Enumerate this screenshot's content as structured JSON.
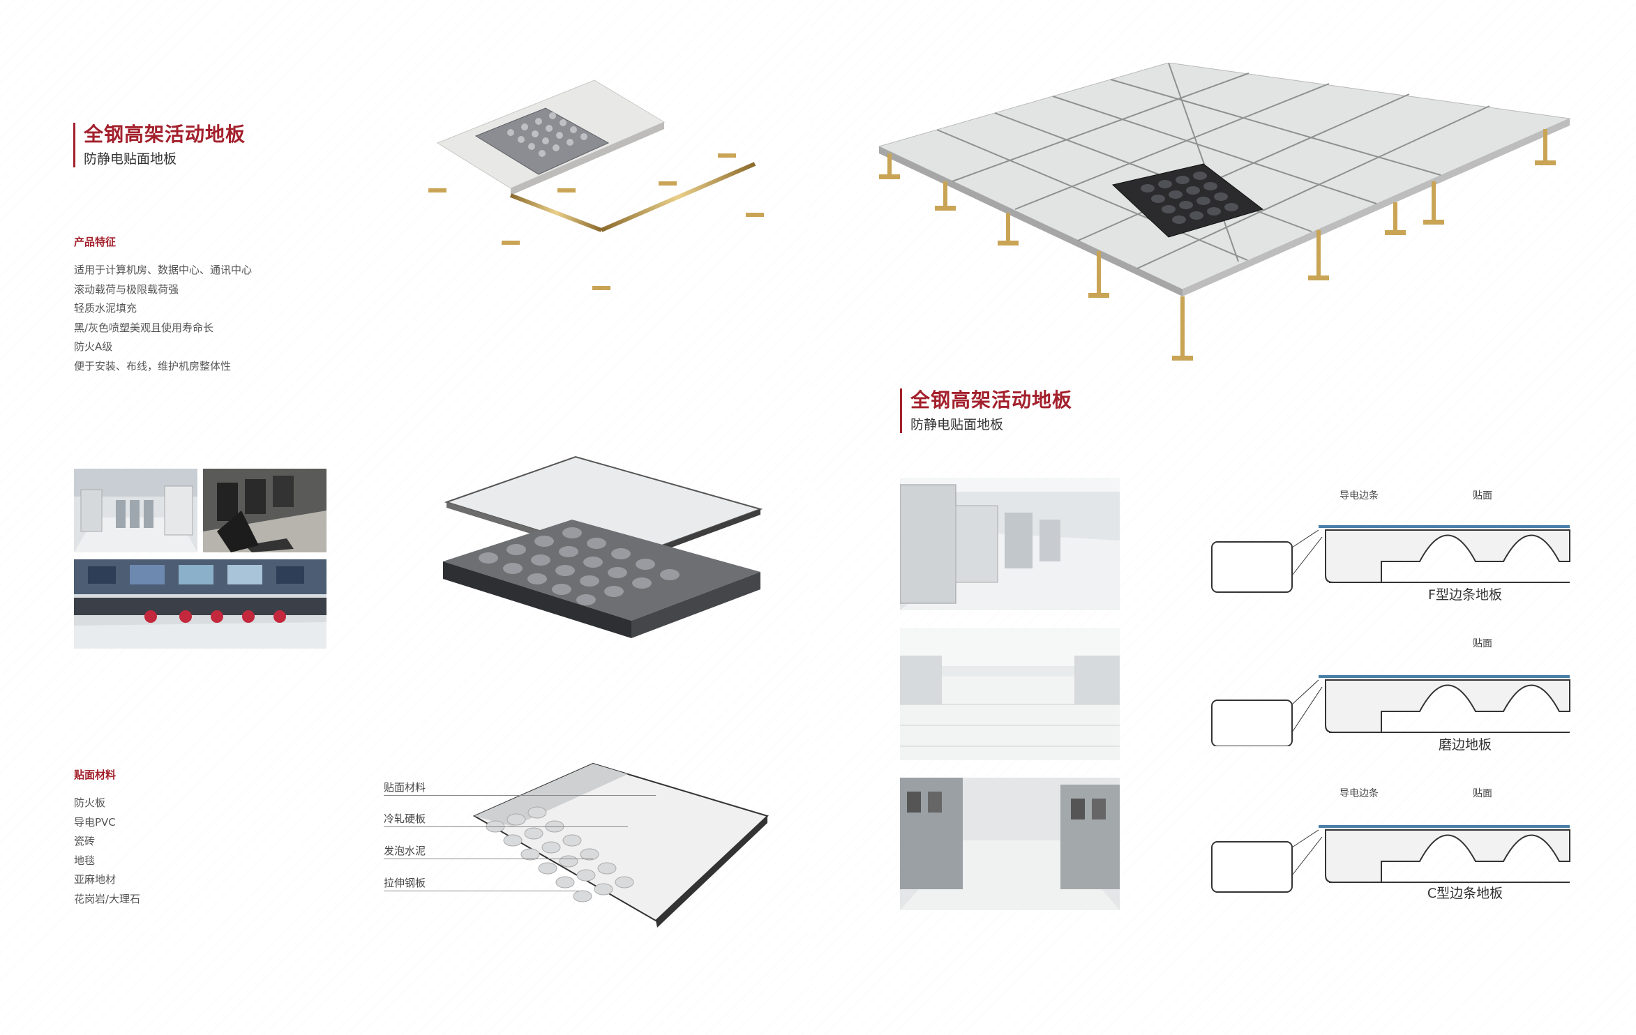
{
  "left": {
    "title": "全钢高架活动地板",
    "subtitle": "防静电贴面地板",
    "features": {
      "heading": "产品特征",
      "items": [
        "适用于计算机房、数据中心、通讯中心",
        "滚动载荷与极限载荷强",
        "轻质水泥填充",
        "黑/灰色喷塑美观且使用寿命长",
        "防火A级",
        "便于安装、布线，维护机房整体性"
      ]
    },
    "materials": {
      "heading": "贴面材料",
      "items": [
        "防火板",
        "导电PVC",
        "瓷砖",
        "地毯",
        "亚麻地材",
        "花岗岩/大理石"
      ]
    },
    "layers": [
      "贴面材料",
      "冷轧硬板",
      "发泡水泥",
      "拉伸钢板"
    ]
  },
  "right": {
    "title": "全钢高架活动地板",
    "subtitle": "防静电贴面地板",
    "profiles": [
      {
        "caption": "F型边条地板",
        "labels": [
          "导电边条",
          "贴面"
        ]
      },
      {
        "caption": "磨边地板",
        "labels": [
          "贴面"
        ]
      },
      {
        "caption": "C型边条地板",
        "labels": [
          "导电边条",
          "贴面"
        ]
      }
    ]
  },
  "colors": {
    "accent": "#a3202c",
    "text": "#333333",
    "steel": "#c9a455"
  }
}
